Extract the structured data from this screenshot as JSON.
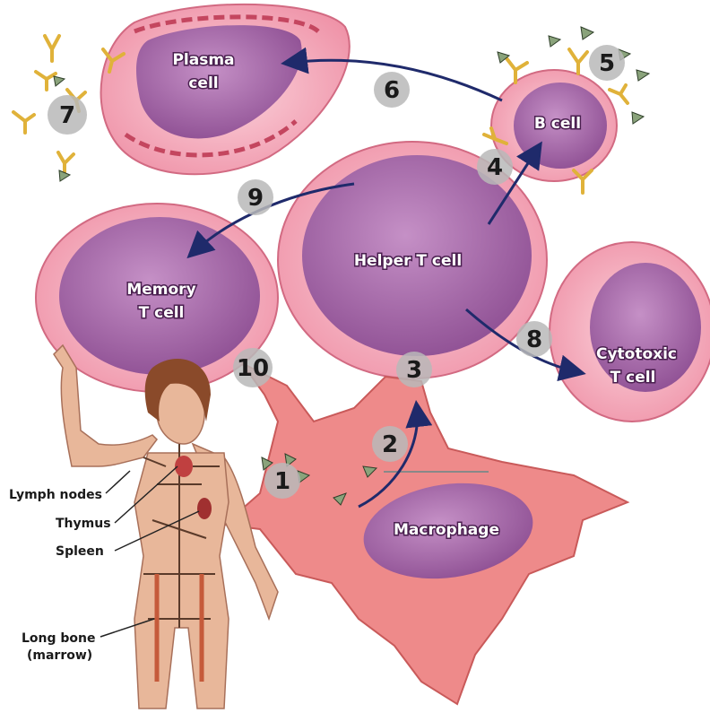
{
  "cells": {
    "plasma_line1": "Plasma",
    "plasma_line2": "cell",
    "b_cell": "B cell",
    "helper_t": "Helper T cell",
    "memory_line1": "Memory",
    "memory_line2": "T cell",
    "cytotoxic_line1": "Cytotoxic",
    "cytotoxic_line2": "T cell",
    "macrophage": "Macrophage"
  },
  "steps": {
    "s1": "1",
    "s2": "2",
    "s3": "3",
    "s4": "4",
    "s5": "5",
    "s6": "6",
    "s7": "7",
    "s8": "8",
    "s9": "9",
    "s10": "10"
  },
  "body_labels": {
    "lymph_nodes": "Lymph nodes",
    "thymus": "Thymus",
    "spleen": "Spleen",
    "long_bone_line1": "Long bone",
    "long_bone_line2": "(marrow)"
  },
  "colors": {
    "cell_membrane": "#f2a3b4",
    "nucleus": "#a66aa8",
    "macrophage": "#ee8a8a",
    "arrow": "#1f2a6b",
    "step_circle": "#b9b9b9",
    "antibody": "#e0b23a",
    "antigen": "#8aa37b"
  }
}
